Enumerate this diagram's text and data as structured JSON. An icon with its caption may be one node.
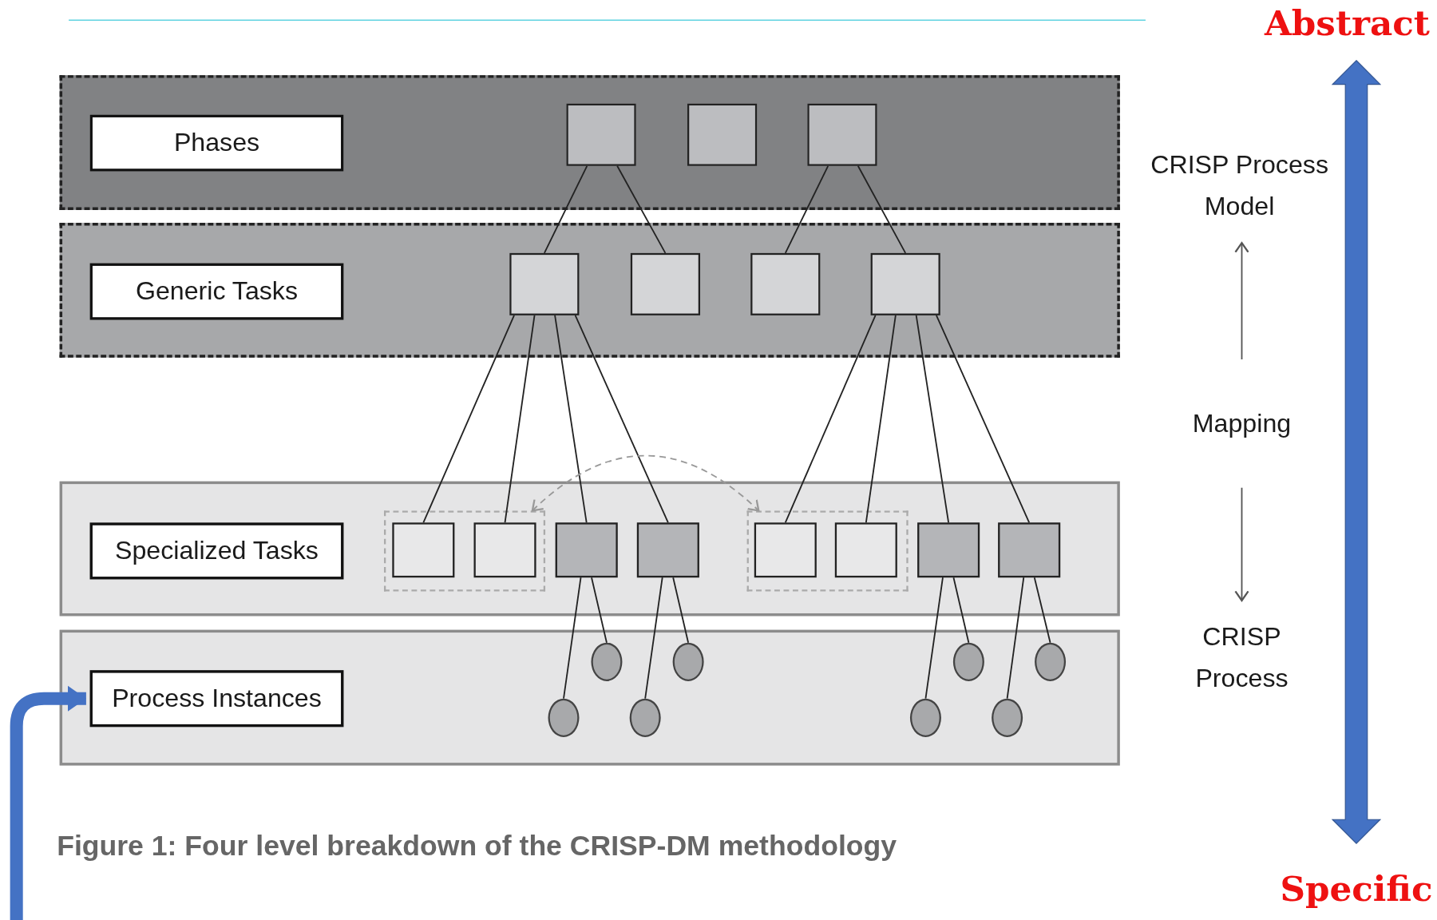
{
  "diagram": {
    "caption": "Figure 1: Four level breakdown of the CRISP-DM methodology",
    "nodes": [
      {
        "text": [],
        "shape": "box"
      },
      {
        "text": [
          "Phases"
        ],
        "in": 0
      },
      {
        "text": [],
        "shape": "box",
        "in": 0
      },
      {
        "text": [],
        "shape": "box",
        "in": 0
      },
      {
        "text": [],
        "shape": "box",
        "in": 0
      },
      {
        "text": [],
        "shape": "box"
      },
      {
        "text": [
          "Generic Tasks"
        ],
        "in": 5
      },
      {
        "text": [],
        "shape": "box",
        "in": 5
      },
      {
        "text": [],
        "shape": "box",
        "in": 5
      },
      {
        "text": [],
        "shape": "box",
        "in": 5
      },
      {
        "text": [],
        "shape": "box",
        "in": 5
      },
      {
        "text": [],
        "shape": "box"
      },
      {
        "text": [
          "Specialized Tasks"
        ],
        "in": 11
      },
      {
        "text": [],
        "shape": "box",
        "in": 11
      },
      {
        "text": [],
        "shape": "box",
        "in": 13
      },
      {
        "text": [],
        "shape": "box",
        "in": 13
      },
      {
        "text": [],
        "shape": "box",
        "in": 11
      },
      {
        "text": [],
        "shape": "box",
        "in": 11
      },
      {
        "text": [],
        "shape": "box",
        "in": 11
      },
      {
        "text": [],
        "shape": "box",
        "in": 18
      },
      {
        "text": [],
        "shape": "box",
        "in": 18
      },
      {
        "text": [],
        "shape": "box",
        "in": 11
      },
      {
        "text": [],
        "shape": "box",
        "in": 11
      },
      {
        "text": [],
        "shape": "box"
      },
      {
        "text": [
          "Process Instances"
        ],
        "in": 23
      },
      {
        "text": [],
        "shape": "circle",
        "in": 23
      },
      {
        "text": [],
        "shape": "circle",
        "in": 23
      },
      {
        "text": [],
        "shape": "circle",
        "in": 23
      },
      {
        "text": [],
        "shape": "circle",
        "in": 23
      },
      {
        "text": [],
        "shape": "circle",
        "in": 23
      },
      {
        "text": [],
        "shape": "circle",
        "in": 23
      },
      {
        "text": [],
        "shape": "circle",
        "in": 23
      },
      {
        "text": [],
        "shape": "circle",
        "in": 23
      },
      {
        "text": [
          "CRISP Process Model"
        ]
      },
      {
        "text": [
          "Mapping"
        ]
      },
      {
        "text": [
          "CRISP Process"
        ]
      }
    ],
    "edges": [
      {
        "from": 2,
        "to": 7,
        "arrow": "none"
      },
      {
        "from": 2,
        "to": 8,
        "arrow": "none"
      },
      {
        "from": 4,
        "to": 9,
        "arrow": "none"
      },
      {
        "from": 4,
        "to": 10,
        "arrow": "none"
      },
      {
        "from": 7,
        "to": 14,
        "arrow": "none"
      },
      {
        "from": 7,
        "to": 15,
        "arrow": "none"
      },
      {
        "from": 7,
        "to": 16,
        "arrow": "none"
      },
      {
        "from": 7,
        "to": 17,
        "arrow": "none"
      },
      {
        "from": 10,
        "to": 19,
        "arrow": "none"
      },
      {
        "from": 10,
        "to": 20,
        "arrow": "none"
      },
      {
        "from": 10,
        "to": 21,
        "arrow": "none"
      },
      {
        "from": 10,
        "to": 22,
        "arrow": "none"
      },
      {
        "from": 16,
        "to": 25,
        "arrow": "none"
      },
      {
        "from": 16,
        "to": 26,
        "arrow": "none"
      },
      {
        "from": 17,
        "to": 27,
        "arrow": "none"
      },
      {
        "from": 17,
        "to": 28,
        "arrow": "none"
      },
      {
        "from": 21,
        "to": 29,
        "arrow": "none"
      },
      {
        "from": 21,
        "to": 30,
        "arrow": "none"
      },
      {
        "from": 22,
        "to": 31,
        "arrow": "none"
      },
      {
        "from": 22,
        "to": 32,
        "arrow": "none"
      },
      {
        "from": 13,
        "to": 18,
        "arrow": "both",
        "style": "dashed",
        "color": "#999999"
      },
      {
        "from": 34,
        "to": 33,
        "arrow": "to",
        "color": "#555555"
      },
      {
        "from": 34,
        "to": 35,
        "arrow": "to",
        "color": "#555555"
      },
      {
        "from": null,
        "to": 24,
        "arrow": "to",
        "style": "thick",
        "color": "#4472c4"
      }
    ],
    "labels": [
      "Abstract",
      "Specific"
    ]
  }
}
